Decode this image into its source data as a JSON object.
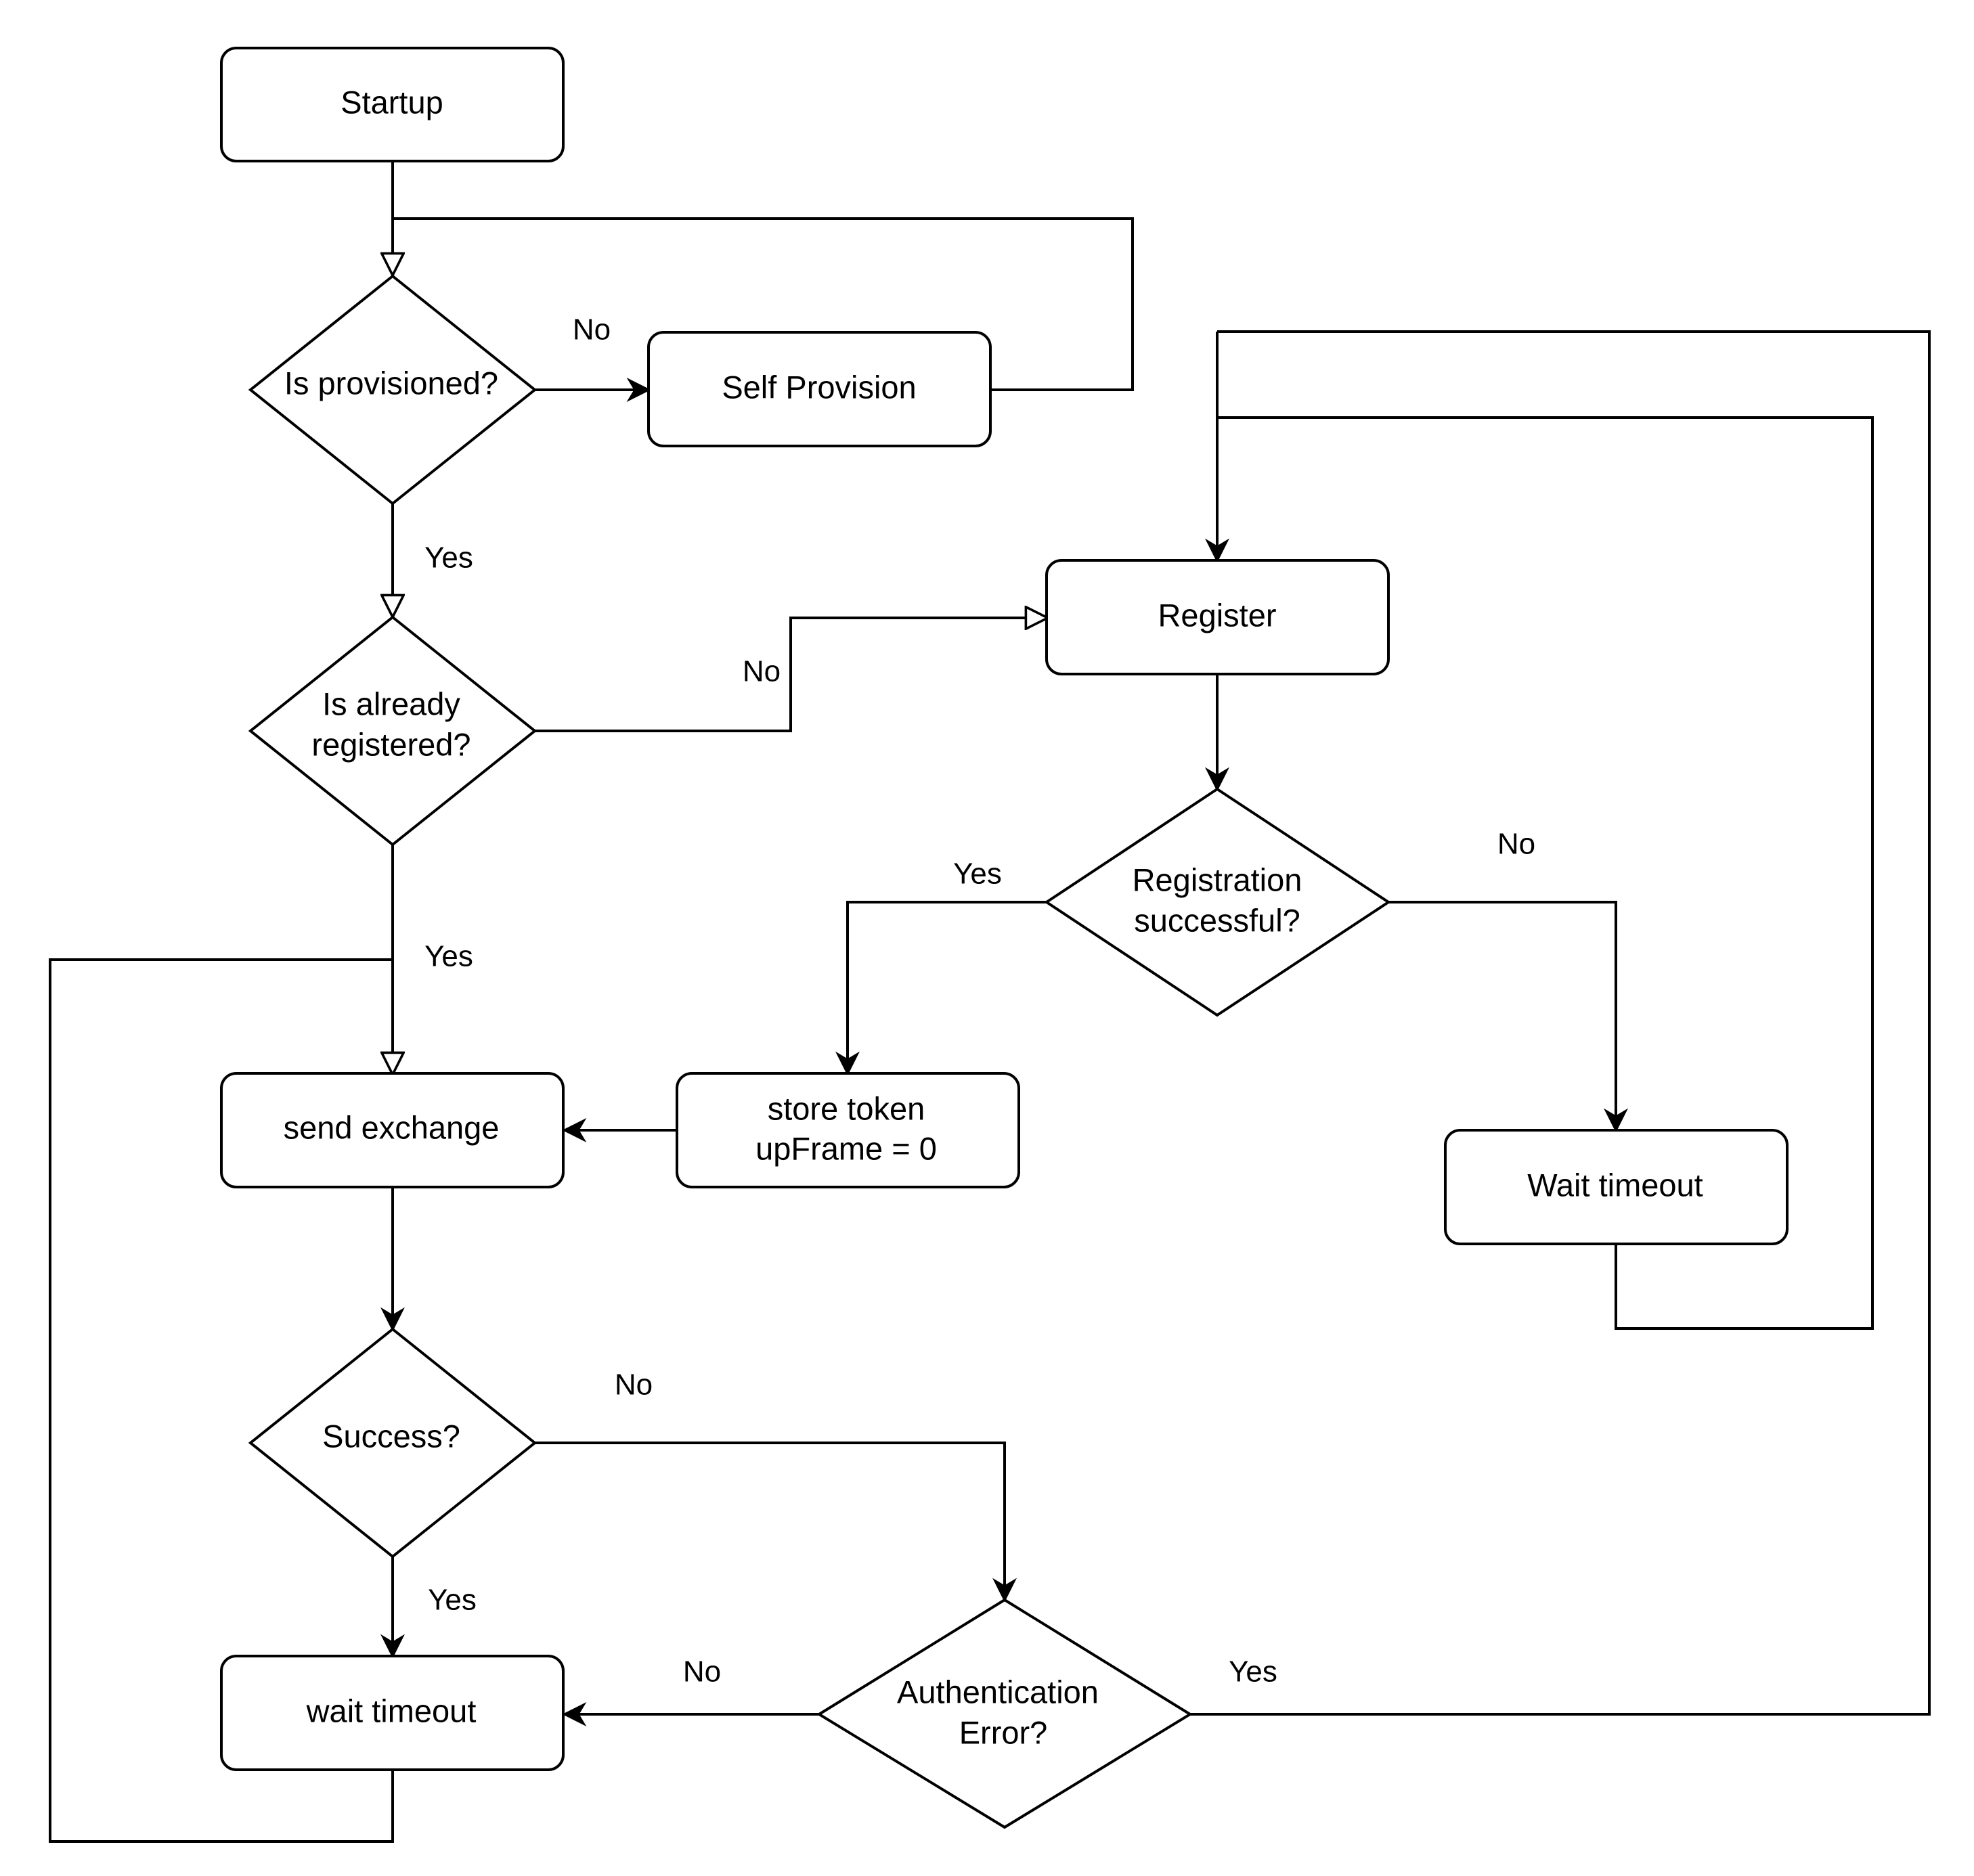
{
  "nodes": {
    "startup": {
      "lines": [
        "Startup"
      ]
    },
    "is_provisioned": {
      "lines": [
        "Is provisioned?"
      ]
    },
    "self_provision": {
      "lines": [
        "Self Provision"
      ]
    },
    "is_registered": {
      "lines": [
        "Is already",
        "registered?"
      ]
    },
    "register": {
      "lines": [
        "Register"
      ]
    },
    "registration_successful": {
      "lines": [
        "Registration",
        "successful?"
      ]
    },
    "store_token": {
      "lines": [
        "store token",
        "upFrame = 0"
      ]
    },
    "wait_timeout_register": {
      "lines": [
        "Wait timeout"
      ]
    },
    "send_exchange": {
      "lines": [
        "send exchange"
      ]
    },
    "success": {
      "lines": [
        "Success?"
      ]
    },
    "auth_error": {
      "lines": [
        "Authentication",
        "Error?"
      ]
    },
    "wait_timeout": {
      "lines": [
        "wait timeout"
      ]
    }
  },
  "edge_labels": {
    "provisioned_no": "No",
    "provisioned_yes": "Yes",
    "registered_no": "No",
    "registered_yes": "Yes",
    "registration_yes": "Yes",
    "registration_no": "No",
    "success_no": "No",
    "success_yes": "Yes",
    "auth_no": "No",
    "auth_yes": "Yes"
  }
}
